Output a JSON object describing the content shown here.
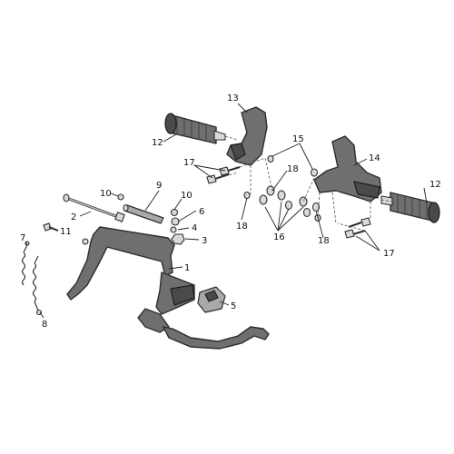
{
  "callouts": {
    "c1": "1",
    "c2": "2",
    "c3": "3",
    "c4": "4",
    "c5": "5",
    "c6": "6",
    "c7": "7",
    "c8": "8",
    "c9": "9",
    "c10a": "10",
    "c10b": "10",
    "c11": "11",
    "c12a": "12",
    "c12b": "12",
    "c13": "13",
    "c14": "14",
    "c15": "15",
    "c16": "16",
    "c17a": "17",
    "c17b": "17",
    "c18a": "18",
    "c18b": "18",
    "c18c": "18"
  },
  "colors": {
    "part_fill": "#6f6f6f",
    "outline": "#2e2e2e",
    "background": "#ffffff"
  }
}
